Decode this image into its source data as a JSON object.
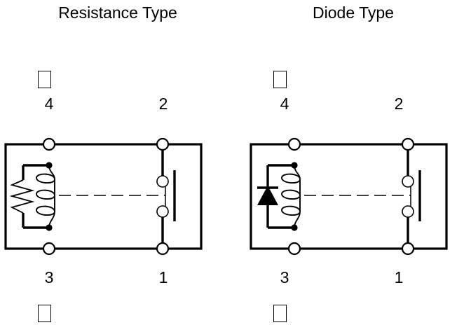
{
  "figure": {
    "kind": "relay-coil-schematic-pair",
    "background_color": "#ffffff",
    "line_color": "#000000"
  },
  "panels": [
    {
      "id": "resistance-type",
      "title": "Resistance Type",
      "coil_parallel_element": "resistor",
      "terminal_labels": {
        "top_left": "4",
        "top_right": "2",
        "bottom_left": "3",
        "bottom_right": "1"
      },
      "markers": {
        "top_square": "□",
        "bottom_square": "□"
      }
    },
    {
      "id": "diode-type",
      "title": "Diode Type",
      "coil_parallel_element": "diode",
      "terminal_labels": {
        "top_left": "4",
        "top_right": "2",
        "bottom_left": "3",
        "bottom_right": "1"
      },
      "markers": {
        "top_square": "□",
        "bottom_square": "□"
      }
    }
  ],
  "symbols": {
    "terminal_node": "open-circle-terminal",
    "junction": "filled-dot-junction",
    "coil": "three-loop-inductor",
    "resistor": "zigzag-resistor",
    "diode": "triangle-with-cathode-bar-pointing-up",
    "contact": "normally-open-contact-pair",
    "armature": "dashed-armature-link"
  }
}
